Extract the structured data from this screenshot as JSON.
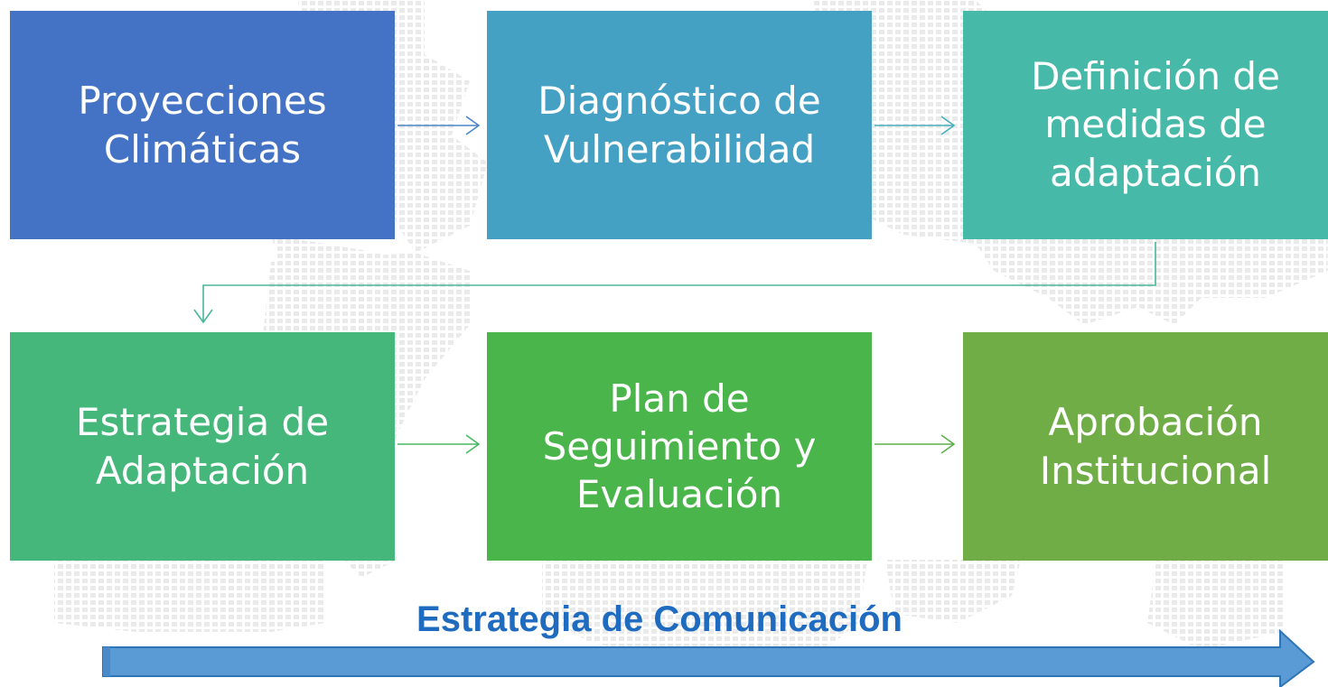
{
  "process": {
    "step1": {
      "line1": "Proyecciones",
      "line2": "Climáticas"
    },
    "step2": {
      "line1": "Diagnóstico de",
      "line2": "Vulnerabilidad"
    },
    "step3": {
      "line1": "Definición de",
      "line2": "medidas de",
      "line3": "adaptación"
    },
    "step4": {
      "line1": "Estrategia de",
      "line2": "Adaptación"
    },
    "step5": {
      "line1": "Plan de",
      "line2": "Seguimiento y",
      "line3": "Evaluación"
    },
    "step6": {
      "line1": "Aprobación",
      "line2": "Institucional"
    }
  },
  "communication": {
    "label": "Estrategia de Comunicación"
  },
  "colors": {
    "step1": "#4472c4",
    "step2": "#45a1c4",
    "step3": "#46b9a8",
    "step4": "#46b77a",
    "step5": "#4ab54a",
    "step6": "#70ad47",
    "arrow_fill": "#5b9bd5",
    "label": "#1f6bbf"
  }
}
